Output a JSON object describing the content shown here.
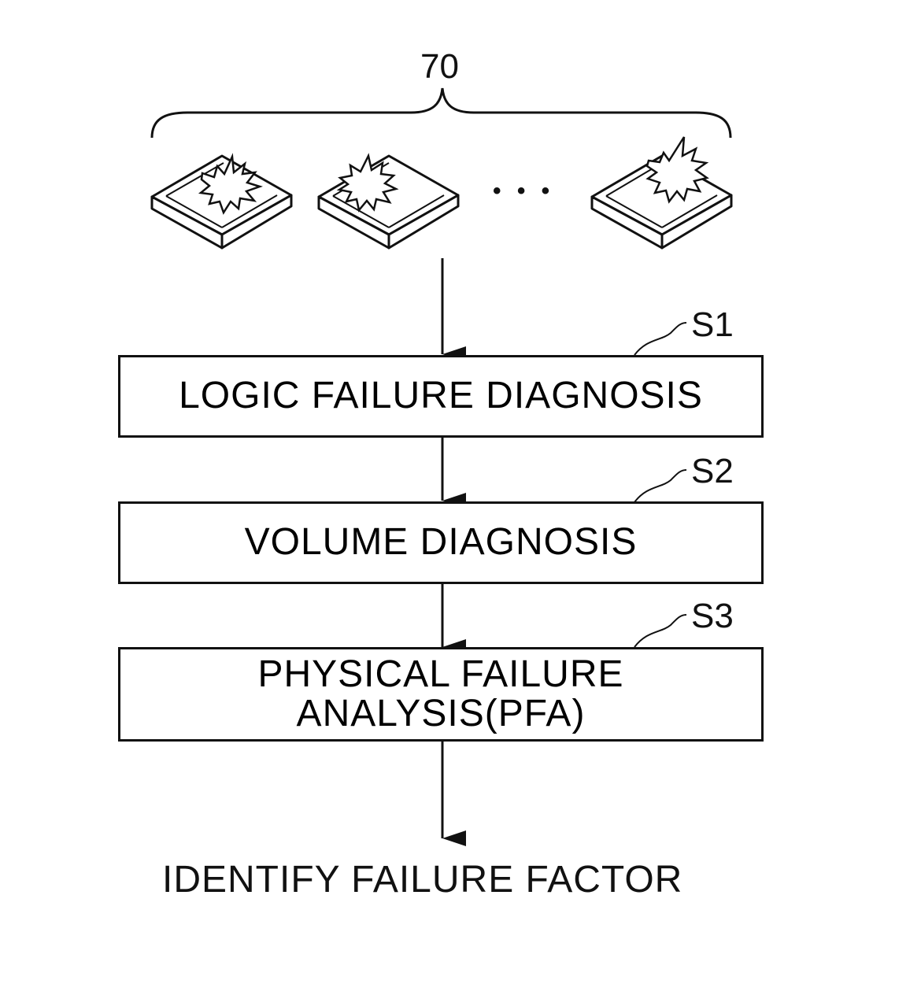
{
  "reference": {
    "wafers_label": "70"
  },
  "continuation_marker": "• • •",
  "steps": [
    {
      "tag": "S1",
      "lines": [
        "LOGIC FAILURE DIAGNOSIS"
      ]
    },
    {
      "tag": "S2",
      "lines": [
        "VOLUME DIAGNOSIS"
      ]
    },
    {
      "tag": "S3",
      "lines": [
        "PHYSICAL FAILURE",
        "ANALYSIS(PFA)"
      ]
    }
  ],
  "result": "IDENTIFY FAILURE FACTOR",
  "colors": {
    "ink": "#111111",
    "paper": "#ffffff"
  },
  "icons": [
    "defective-chip-icon",
    "burst-defect-icon",
    "arrow-down-icon"
  ]
}
